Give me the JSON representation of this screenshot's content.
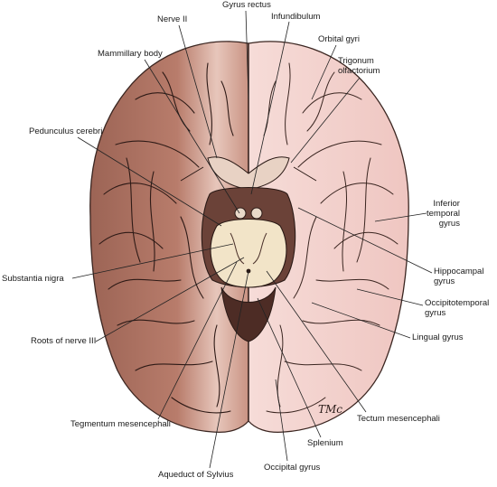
{
  "labels": {
    "gyrus_rectus": "Gyrus rectus",
    "nerve_ii": "Nerve II",
    "infundibulum": "Infundibulum",
    "mammillary_body": "Mammillary body",
    "orbital_gyri": "Orbital gyri",
    "trigonum_line1": "Trigonum",
    "trigonum_line2": "olfactorium",
    "pedunculus_cerebri": "Pedunculus cerebri",
    "inferior_temporal_line1": "Inferior",
    "inferior_temporal_line2": "temporal",
    "inferior_temporal_line3": "gyrus",
    "hippocampal_line1": "Hippocampal",
    "hippocampal_line2": "gyrus",
    "occipitotemporal_line1": "Occipitotemporal",
    "occipitotemporal_line2": "gyrus",
    "substantia_nigra": "Substantia nigra",
    "lingual_gyrus": "Lingual gyrus",
    "roots_nerve_iii": "Roots of nerve III",
    "tegmentum": "Tegmentum mesencephali",
    "tectum": "Tectum mesencephali",
    "splenium": "Splenium",
    "occipital_gyrus": "Occipital gyrus",
    "aqueduct": "Aqueduct of Sylvius"
  },
  "signature": "TMc",
  "colors": {
    "left_hemisphere": "#b57766",
    "right_hemisphere": "#f3d0cc",
    "midbrain": "#f2e4c8",
    "outline": "#3a2520",
    "leader_line": "#222222"
  }
}
